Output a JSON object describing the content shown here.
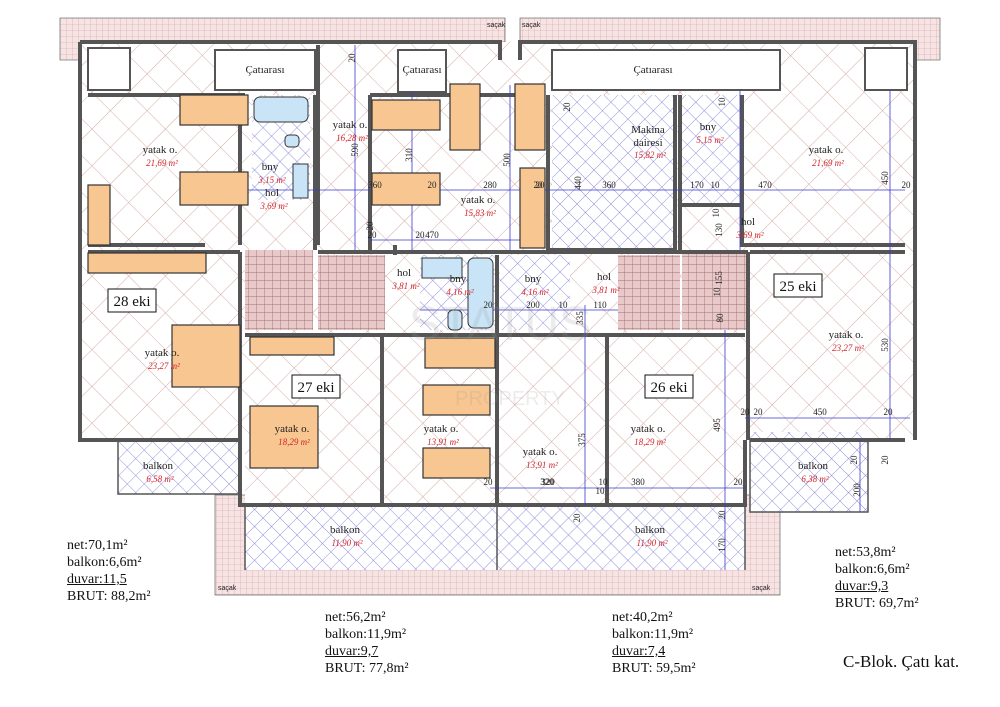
{
  "plan_title": "C-Blok. Çatı kat.",
  "watermark": {
    "line1": "STATUS",
    "line2": "PROPERTY"
  },
  "eave_label": "saçak",
  "attic_label": "Çatıarası",
  "rooms": [
    {
      "name": "yatak o.",
      "area": "21,69 m²"
    },
    {
      "name": "bny",
      "area": "3,15 m²"
    },
    {
      "name": "hol",
      "area": "3,69 m²"
    },
    {
      "name": "yatak o.",
      "area": "16,28 m²"
    },
    {
      "name": "yatak o.",
      "area": "15,83 m²"
    },
    {
      "name": "Makina dairesi",
      "line1": "Makina",
      "line2": "dairesi",
      "area": "15,82 m²"
    },
    {
      "name": "bny",
      "area": "5,15 m²"
    },
    {
      "name": "yatak o.",
      "area": "21,69 m²"
    },
    {
      "name": "hol",
      "area": "3,69 m²"
    },
    {
      "name": "hol",
      "area": "3,81 m²"
    },
    {
      "name": "bny",
      "area": "4,16 m²"
    },
    {
      "name": "bny",
      "area": "4,16 m²"
    },
    {
      "name": "hol",
      "area": "3,81 m²"
    },
    {
      "name": "yatak o.",
      "area": "23,27 m²"
    },
    {
      "name": "yatak o.",
      "area": "18,29 m²"
    },
    {
      "name": "yatak o.",
      "area": "13,91 m²"
    },
    {
      "name": "yatak o.",
      "area": "13,91 m²"
    },
    {
      "name": "yatak o.",
      "area": "18,29 m²"
    },
    {
      "name": "yatak o.",
      "area": "23,27 m²"
    },
    {
      "name": "balkon",
      "area": "6,58 m²"
    },
    {
      "name": "balkon",
      "area": "11,90 m²"
    },
    {
      "name": "balkon",
      "area": "11,90 m²"
    },
    {
      "name": "balkon",
      "area": "6,38 m²"
    }
  ],
  "units": [
    "28 eki",
    "27 eki",
    "26 eki",
    "25 eki"
  ],
  "dimensions": [
    "20",
    "590",
    "310",
    "360",
    "20",
    "280",
    "500",
    "20",
    "20",
    "470",
    "20",
    "440",
    "360",
    "20",
    "170",
    "10",
    "470",
    "450",
    "20",
    "10",
    "130",
    "10",
    "155",
    "20",
    "200",
    "10",
    "110",
    "335",
    "80",
    "20",
    "495",
    "375",
    "20",
    "320",
    "10",
    "380",
    "20",
    "20",
    "450",
    "20",
    "530",
    "20",
    "20",
    "200",
    "170",
    "20",
    "20",
    "20",
    "10",
    "320",
    "10",
    "20"
  ],
  "summaries": [
    {
      "net": "net:70,1m²",
      "balkon": "balkon:6,6m²",
      "duvar": "duvar:11,5",
      "brut": "BRUT: 88,2m²"
    },
    {
      "net": "net:56,2m²",
      "balkon": "balkon:11,9m²",
      "duvar": "duvar:9,7",
      "brut": "BRUT: 77,8m²"
    },
    {
      "net": "net:40,2m²",
      "balkon": "balkon:11,9m²",
      "duvar": "duvar:7,4",
      "brut": "BRUT: 59,5m²"
    },
    {
      "net": "net:53,8m²",
      "balkon": "balkon:6,6m²",
      "duvar": "duvar:9,3",
      "brut": "BRUT: 69,7m²"
    }
  ],
  "colors": {
    "bedroom_hatch": "#c9958c",
    "wet_hatch": "#6b6bd0",
    "eave": "#f3dcdc",
    "furniture": "#f8c690",
    "fixture": "#c8e4f6",
    "dimension": "#3a3ad0"
  }
}
